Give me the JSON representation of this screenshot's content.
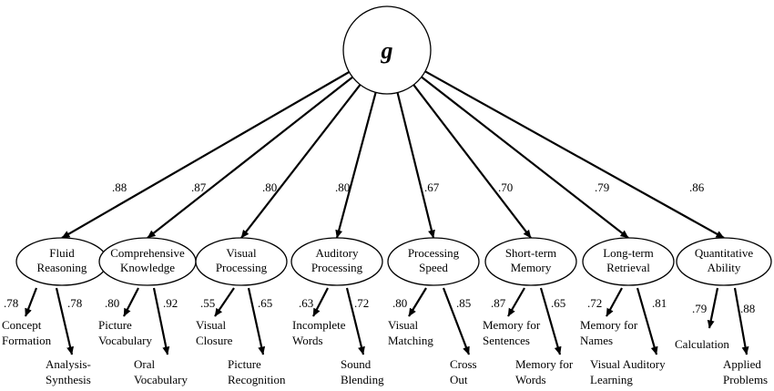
{
  "general_factor": {
    "label": "g"
  },
  "factors": [
    {
      "name_lines": [
        "Fluid",
        "Reasoning"
      ],
      "loading": ".88",
      "tests": [
        {
          "lines": [
            "Concept",
            "Formation"
          ],
          "loading": ".78"
        },
        {
          "lines": [
            "Analysis-",
            "Synthesis"
          ],
          "loading": ".78"
        }
      ]
    },
    {
      "name_lines": [
        "Comprehensive",
        "Knowledge"
      ],
      "loading": ".87",
      "tests": [
        {
          "lines": [
            "Picture",
            "Vocabulary"
          ],
          "loading": ".80"
        },
        {
          "lines": [
            "Oral",
            "Vocabulary"
          ],
          "loading": ".92"
        }
      ]
    },
    {
      "name_lines": [
        "Visual",
        "Processing"
      ],
      "loading": ".80",
      "tests": [
        {
          "lines": [
            "Visual",
            "Closure"
          ],
          "loading": ".55"
        },
        {
          "lines": [
            "Picture",
            "Recognition"
          ],
          "loading": ".65"
        }
      ]
    },
    {
      "name_lines": [
        "Auditory",
        "Processing"
      ],
      "loading": ".80",
      "tests": [
        {
          "lines": [
            "Incomplete",
            "Words"
          ],
          "loading": ".63"
        },
        {
          "lines": [
            "Sound",
            "Blending"
          ],
          "loading": ".72"
        }
      ]
    },
    {
      "name_lines": [
        "Processing",
        "Speed"
      ],
      "loading": ".67",
      "tests": [
        {
          "lines": [
            "Visual",
            "Matching"
          ],
          "loading": ".80"
        },
        {
          "lines": [
            "Cross",
            "Out"
          ],
          "loading": ".85"
        }
      ]
    },
    {
      "name_lines": [
        "Short-term",
        "Memory"
      ],
      "loading": ".70",
      "tests": [
        {
          "lines": [
            "Memory for",
            "Sentences"
          ],
          "loading": ".87"
        },
        {
          "lines": [
            "Memory for",
            "Words"
          ],
          "loading": ".65"
        }
      ]
    },
    {
      "name_lines": [
        "Long-term",
        "Retrieval"
      ],
      "loading": ".79",
      "tests": [
        {
          "lines": [
            "Memory for",
            "Names"
          ],
          "loading": ".72"
        },
        {
          "lines": [
            "Visual Auditory",
            "Learning"
          ],
          "loading": ".81"
        }
      ]
    },
    {
      "name_lines": [
        "Quantitative",
        "Ability"
      ],
      "loading": ".86",
      "tests": [
        {
          "lines": [
            "Calculation"
          ],
          "loading": ".79"
        },
        {
          "lines": [
            "Applied",
            "Problems"
          ],
          "loading": ".88"
        }
      ]
    }
  ]
}
